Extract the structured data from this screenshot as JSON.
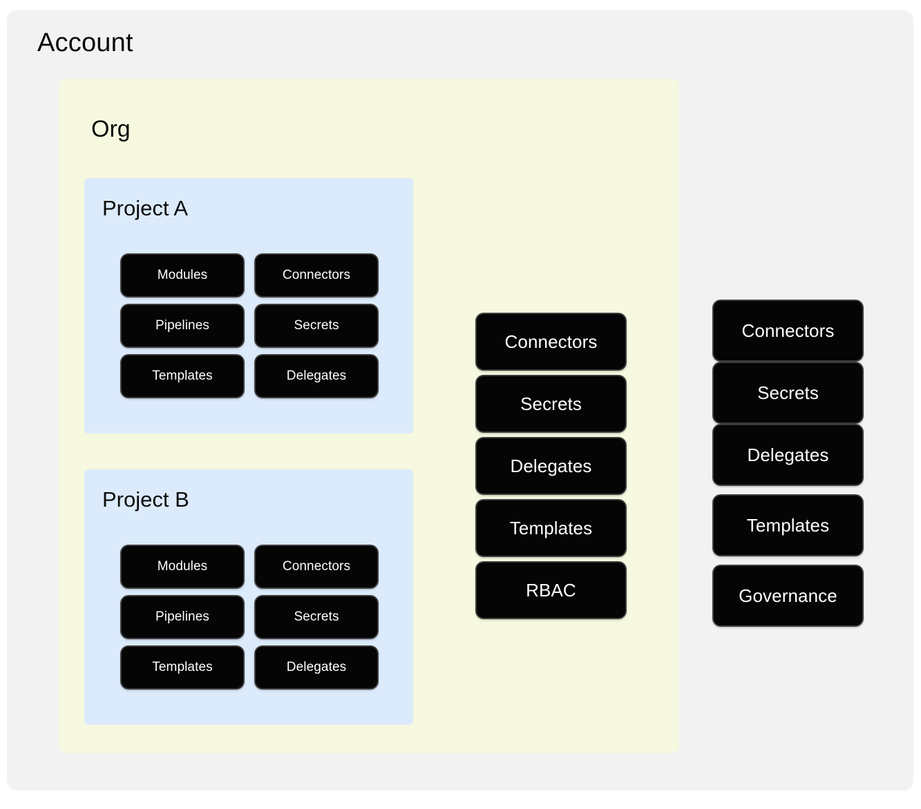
{
  "colors": {
    "page_background": "#ffffff",
    "account_card": "#f2f2f3",
    "org_card": "#f6f8df",
    "project_card": "#dcebfc",
    "chip_fill": "#050505",
    "chip_text": "#ffffff",
    "chip_border": "#3d3d3d",
    "title_text": "#0b0b0b"
  },
  "account": {
    "title": "Account",
    "scope_items": [
      {
        "label": "Connectors"
      },
      {
        "label": "Secrets"
      },
      {
        "label": "Delegates"
      },
      {
        "label": "Templates"
      },
      {
        "label": "Governance"
      }
    ]
  },
  "org": {
    "title": "Org",
    "scope_items": [
      {
        "label": "Connectors"
      },
      {
        "label": "Secrets"
      },
      {
        "label": "Delegates"
      },
      {
        "label": "Templates"
      },
      {
        "label": "RBAC"
      }
    ]
  },
  "projects": [
    {
      "title": "Project A",
      "scope_items": [
        {
          "label": "Modules"
        },
        {
          "label": "Connectors"
        },
        {
          "label": "Pipelines"
        },
        {
          "label": "Secrets"
        },
        {
          "label": "Templates"
        },
        {
          "label": "Delegates"
        }
      ]
    },
    {
      "title": "Project B",
      "scope_items": [
        {
          "label": "Modules"
        },
        {
          "label": "Connectors"
        },
        {
          "label": "Pipelines"
        },
        {
          "label": "Secrets"
        },
        {
          "label": "Templates"
        },
        {
          "label": "Delegates"
        }
      ]
    }
  ]
}
